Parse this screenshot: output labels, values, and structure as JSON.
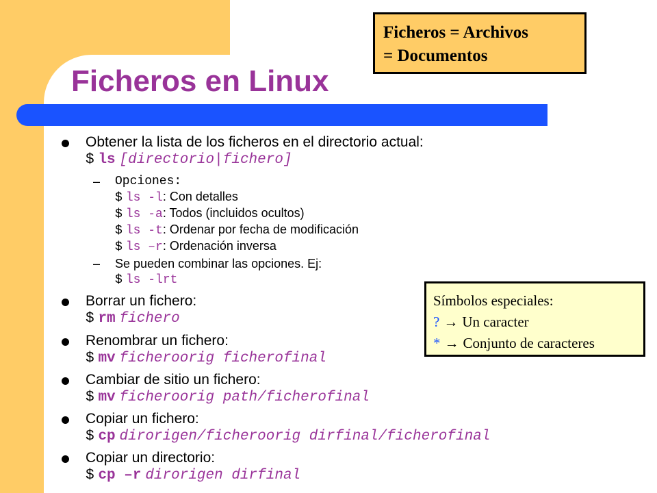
{
  "slide": {
    "title": "Ficheros en Linux",
    "note_box": {
      "line1": "Ficheros = Archivos",
      "line2": "= Documentos"
    },
    "symbols_box": {
      "heading": "Símbolos especiales:",
      "q_symbol": "?",
      "q_text": "Un caracter",
      "star_symbol": "*",
      "star_text": "Conjunto de caracteres"
    },
    "items": {
      "ls": {
        "text": "Obtener la lista de los ficheros en el directorio actual:",
        "prompt": "$",
        "cmd": "ls",
        "arg": "[directorio|fichero]"
      },
      "options": {
        "dash": "–",
        "label": "Opciones:",
        "rows": [
          {
            "prompt": "$",
            "opt": "ls -l",
            "desc": ": Con detalles"
          },
          {
            "prompt": "$",
            "opt": "ls -a",
            "desc": ": Todos (incluidos ocultos)"
          },
          {
            "prompt": "$",
            "opt": "ls -t",
            "desc": ": Ordenar por fecha de modificación"
          },
          {
            "prompt": "$",
            "opt": "ls –r",
            "desc": ": Ordenación inversa"
          }
        ]
      },
      "combine": {
        "dash": "–",
        "text": "Se pueden combinar las opciones. Ej:",
        "prompt": "$",
        "example": "ls -lrt"
      },
      "rm": {
        "text": "Borrar un fichero:",
        "prompt": "$",
        "cmd": "rm",
        "arg": "fichero"
      },
      "mv_rename": {
        "text": "Renombrar un fichero:",
        "prompt": "$",
        "cmd": "mv",
        "arg": "ficheroorig ficherofinal"
      },
      "mv_move": {
        "text": "Cambiar de sitio un fichero:",
        "prompt": "$",
        "cmd": "mv",
        "arg": "ficheroorig path/ficherofinal"
      },
      "cp_file": {
        "text": "Copiar un fichero:",
        "prompt": "$",
        "cmd": "cp",
        "arg": "dirorigen/ficheroorig dirfinal/ficherofinal"
      },
      "cp_dir": {
        "text": "Copiar un directorio:",
        "prompt": "$",
        "cmd": "cp –r",
        "arg": "dirorigen dirfinal"
      }
    }
  },
  "colors": {
    "accent_orange": "#ffcc66",
    "title_purple": "#993399",
    "bar_blue": "#1a53ff",
    "symbols_bg": "#ffffcc"
  }
}
